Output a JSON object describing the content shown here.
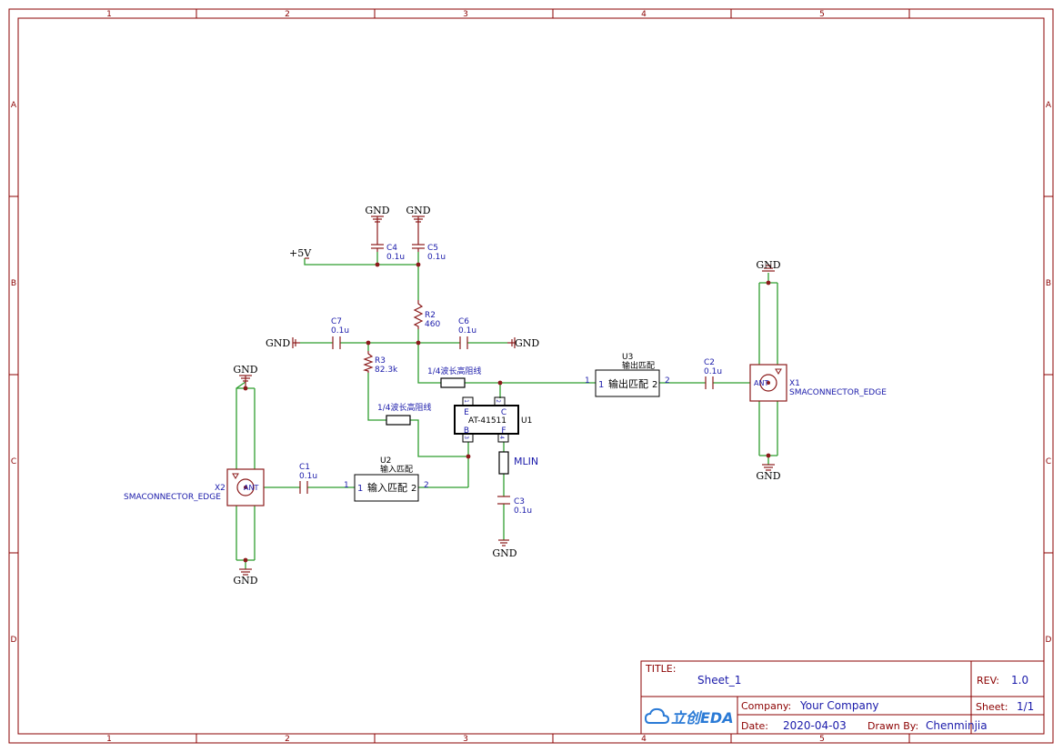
{
  "frame": {
    "columns": [
      "1",
      "2",
      "3",
      "4",
      "5"
    ],
    "rows": [
      "A",
      "B",
      "C",
      "D"
    ]
  },
  "power": {
    "gnd": "GND",
    "vcc": "+5V"
  },
  "parts": {
    "C1": {
      "ref": "C1",
      "val": "0.1u"
    },
    "C2": {
      "ref": "C2",
      "val": "0.1u"
    },
    "C3": {
      "ref": "C3",
      "val": "0.1u"
    },
    "C4": {
      "ref": "C4",
      "val": "0.1u"
    },
    "C5": {
      "ref": "C5",
      "val": "0.1u"
    },
    "C6": {
      "ref": "C6",
      "val": "0.1u"
    },
    "C7": {
      "ref": "C7",
      "val": "0.1u"
    },
    "R2": {
      "ref": "R2",
      "val": "460"
    },
    "R3": {
      "ref": "R3",
      "val": "82.3k"
    },
    "U1": {
      "ref": "U1",
      "val": "AT-41511",
      "pin_e": "E",
      "pin_c": "C",
      "pin_b": "B",
      "pin_f": "F",
      "pin_nums": [
        "1",
        "2",
        "3",
        "4"
      ]
    },
    "U2": {
      "ref": "U2",
      "val": "输入匹配",
      "body": "输入匹配",
      "pin1": "1",
      "pin2": "2"
    },
    "U3": {
      "ref": "U3",
      "val": "输出匹配",
      "body": "输出匹配",
      "pin1": "1",
      "pin2": "2"
    },
    "X1": {
      "ref": "X1",
      "val": "SMACONNECTOR_EDGE",
      "ant": "ANT"
    },
    "X2": {
      "ref": "X2",
      "val": "SMACONNECTOR_EDGE",
      "ant": "ANT"
    },
    "TL1": {
      "label": "1/4波长高阻线"
    },
    "TL2": {
      "label": "1/4波长高阻线"
    },
    "MLIN": {
      "label": "MLIN"
    }
  },
  "title_block": {
    "title_label": "TITLE:",
    "title": "Sheet_1",
    "rev_label": "REV:",
    "rev": "1.0",
    "company_label": "Company:",
    "company": "Your Company",
    "sheet_label": "Sheet:",
    "sheet": "1/1",
    "date_label": "Date:",
    "date": "2020-04-03",
    "drawn_label": "Drawn By:",
    "drawn_by": "Chenminjia",
    "logo_text": "立创EDA"
  }
}
